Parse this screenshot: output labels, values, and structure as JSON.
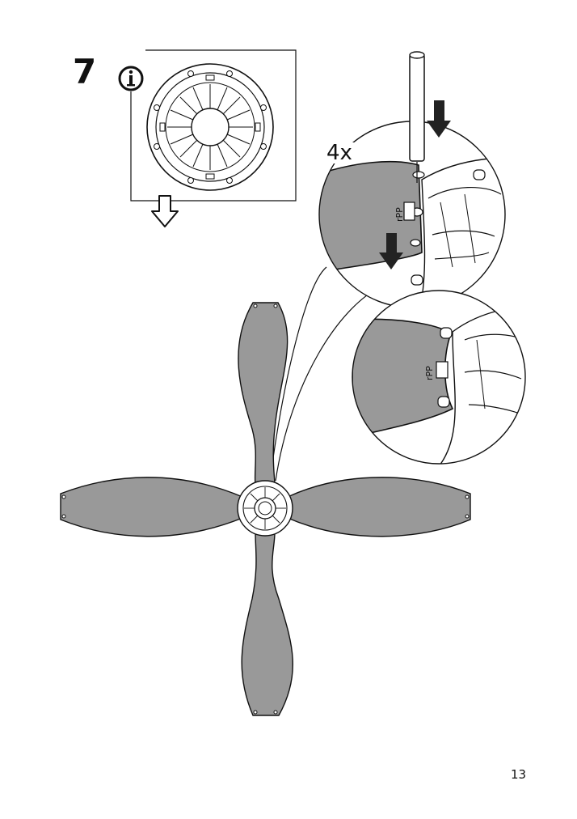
{
  "step": {
    "number": "7"
  },
  "info_icon": "info-icon",
  "detail_callout": {
    "quantity": "4x"
  },
  "part_markings": {
    "material_label": "rPP"
  },
  "page": {
    "number": "13"
  }
}
